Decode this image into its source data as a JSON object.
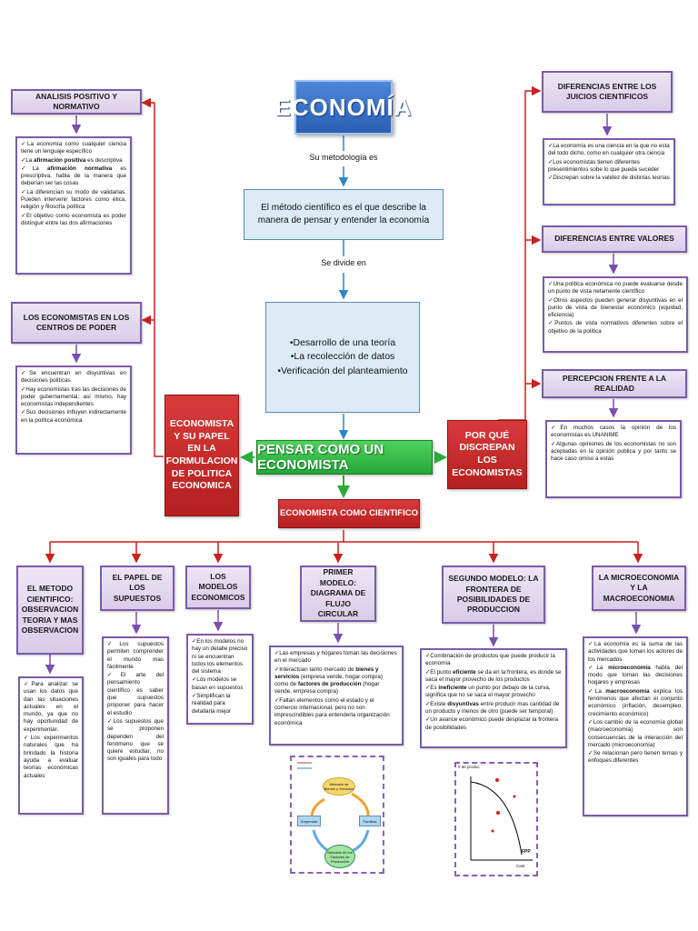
{
  "title": "ECONOMÍA",
  "method_label": "Su metodología es",
  "method_box": "El método científico es el que describe la manera de pensar y entender la economía",
  "divide_label": "Se divide en",
  "steps": [
    "•Desarrollo de una teoría",
    "•La recolección de datos",
    "•Verificación del planteamiento"
  ],
  "center": "PENSAR COMO UN ECONOMISTA",
  "left_red": "ECONOMISTA Y SU PAPEL EN LA FORMULACION DE POLITICA ECONOMICA",
  "right_red": "POR QUÉ DISCREPAN LOS ECONOMISTAS",
  "scientist": "ECONOMISTA COMO CIENTIFICO",
  "left_top": {
    "header": "ANALISIS POSITIVO Y NORMATIVO",
    "items": [
      [
        "La economía como cualquier ciencia tiene un lenguaje específico"
      ],
      [
        "La ",
        "afirmación positiva",
        " es descriptiva"
      ],
      [
        "La ",
        "afirmación normativa",
        " es prescriptiva, habla de la manera que deberían ser las cosas"
      ],
      [
        "La diferencian su modo de validarlas. Pueden intervenir factores como ética, religión y filosofía política"
      ],
      [
        "El objetivo como economista es poder distinguir entre las dos afirmaciones"
      ]
    ]
  },
  "left_mid": {
    "header": "LOS ECONOMISTAS EN LOS CENTROS DE PODER",
    "items": [
      [
        "Se encuentran en disyuntivas en decisiones políticas"
      ],
      [
        "Hay economistas tras las decisiones de poder gubernamental; así mismo, hay economistas independientes"
      ],
      [
        "Sus decisiones influyen indirectamente en la política económica"
      ]
    ]
  },
  "right_top": {
    "header": "DIFERENCIAS ENTRE LOS JUICIOS CIENTIFICOS",
    "items": [
      [
        "La economía es una ciencia en la que no esta del todo dicho, como en cualquier otra ciencia"
      ],
      [
        "Los economistas tienen diferentes presentimientos sobe lo que pueda suceder"
      ],
      [
        "Discrepan sobre la validez de distintas teorías"
      ]
    ]
  },
  "right_mid": {
    "header": "DIFERENCIAS ENTRE VALORES",
    "items": [
      [
        "Una política económica no puede evaluarse desde un punto de vista netamente científico"
      ],
      [
        "Otros aspectos pueden generar disyuntivas en el punto de vista de bienestar económico (equidad, eficiencia)"
      ],
      [
        "Puntos de vista normativos diferentes sobre el objetivo de la política"
      ]
    ]
  },
  "right_bot": {
    "header": "PERCEPCION FRENTE A LA REALIDAD",
    "items": [
      [
        "En muchos casos la opinión de los economistas es UNANIME"
      ],
      [
        "Algunas opiniones de los economistas no son aceptadas en la opinión publica y por tanto se hace caso omiso a estas"
      ]
    ]
  },
  "branches": {
    "b1": {
      "header": "EL METODO CIENTIFICO: OBSERVACION TEORIA Y MAS OBSERVACION",
      "items": [
        [
          "Para analizar se usan los datos que dan las situaciones actuales en el mundo, ya que no hay oportunidad de experimentar."
        ],
        [
          "Los experimentos naturales que ha brindado la historia ayuda a evaluar teorías económicas actuales"
        ]
      ]
    },
    "b2": {
      "header": "EL PAPEL DE LOS SUPUESTOS",
      "items": [
        [
          "Los supuestos permiten comprender el mundo mas fácilmente"
        ],
        [
          "El arte del pensamiento científico es saber que supuestos proponer para hacer el estudio"
        ],
        [
          "Los supuestos que se proponen dependen del fenómeno que se quiere estudiar, no son iguales para todo"
        ]
      ]
    },
    "b3": {
      "header": "LOS MODELOS ECONOMICOS",
      "items": [
        [
          "En los modelos no hay un detalle preciso ni se encuentran todos los elementos del sistema"
        ],
        [
          "Los modelos se basan en supuestos"
        ],
        [
          "Simplifican la realidad para detallarla mejor"
        ]
      ]
    },
    "b4": {
      "header": "PRIMER MODELO: DIAGRAMA DE FLUJO CIRCULAR",
      "items": [
        [
          "Las empresas y hogares toman las decisiones en el mercado"
        ],
        [
          "Interactúan tanto mercado de ",
          "bienes y servicios",
          " (empresa vende, hogar compra) como de ",
          "factores de producción",
          " (hogar vende, empresa compra)"
        ],
        [
          "Faltan elementos como el estado y el comercio internacional, pero no son imprescindibles para entenderla organización económica"
        ]
      ]
    },
    "b5": {
      "header": "SEGUNDO MODELO: LA FRONTERA DE POSIBILIDADES DE PRODUCCION",
      "items": [
        [
          "Combinación de productos que puede producir la economía"
        ],
        [
          "El punto ",
          "eficiente",
          " se da en la frontera, es donde se saca el mayor provecho de los productos"
        ],
        [
          "Es ",
          "ineficiente",
          " un punto por debajo de la curva, significa que no se saca el mayor provecho"
        ],
        [
          "Existe ",
          "disyuntivas",
          " entre producir mas cantidad de un producto y menos de otro (puede ser temporal)"
        ],
        [
          "Un avance económico puede desplazar la frontera de posibilidades"
        ]
      ]
    },
    "b6": {
      "header": "LA MICROECONOMIA Y LA MACROECONOMIA",
      "items": [
        [
          "La economía es la suma de las actividades que toman los actores de los mercados"
        ],
        [
          "La ",
          "microeconomía",
          " habla del modo que toman las decisiones hogares y empresas"
        ],
        [
          "La ",
          "macroeconomía",
          " explica los fenómenos que afectan el conjunto económico (inflación, desempleo, crecimiento económico)"
        ],
        [
          "Los cambio de la economía global (macroeconomía) son consecuencias de la interacción del mercado (microeconomía)"
        ],
        [
          "Se relacionan pero tienen temas y enfoques diferentes"
        ]
      ]
    }
  },
  "flow_diagram": {
    "market_goods": "Mercado de Bienes y Servicios",
    "firms": "Empresas",
    "households": "Familias",
    "market_factors": "Mercado de los Factores de Producción"
  },
  "ppf": {
    "y_label": "# de produc",
    "x_label": "Cant",
    "curve_label": "FPP"
  },
  "colors": {
    "arrow_red": "#cc1f1f",
    "arrow_purple": "#7a4fb0",
    "arrow_blue": "#2f86c9",
    "arrow_green": "#2aaa3a"
  }
}
